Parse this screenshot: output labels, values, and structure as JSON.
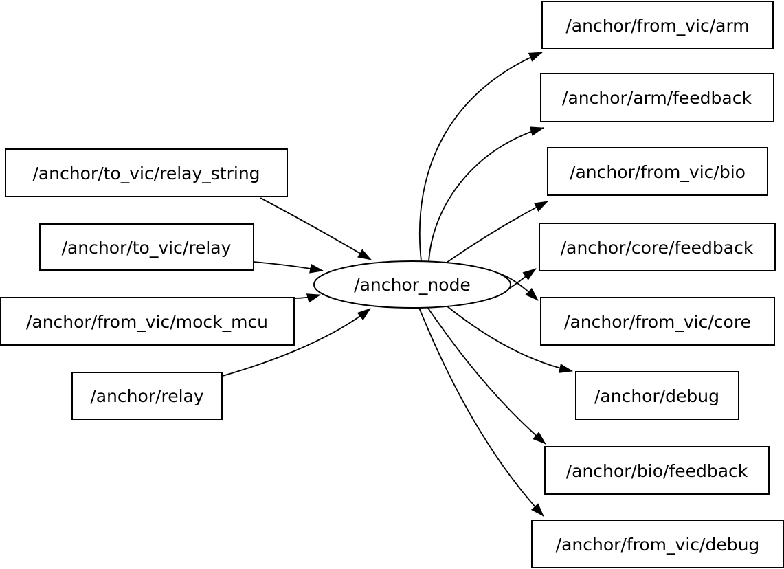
{
  "colors": {
    "background": "#ffffff",
    "node_fill": "#ffffff",
    "node_border": "#000000",
    "edge": "#000000",
    "text": "#000000"
  },
  "graph": {
    "node": {
      "label": "/anchor_node"
    },
    "input_topics": [
      {
        "label": "/anchor/to_vic/relay_string"
      },
      {
        "label": "/anchor/to_vic/relay"
      },
      {
        "label": "/anchor/from_vic/mock_mcu"
      },
      {
        "label": "/anchor/relay"
      }
    ],
    "output_topics": [
      {
        "label": "/anchor/from_vic/arm"
      },
      {
        "label": "/anchor/arm/feedback"
      },
      {
        "label": "/anchor/from_vic/bio"
      },
      {
        "label": "/anchor/core/feedback"
      },
      {
        "label": "/anchor/from_vic/core"
      },
      {
        "label": "/anchor/debug"
      },
      {
        "label": "/anchor/bio/feedback"
      },
      {
        "label": "/anchor/from_vic/debug"
      }
    ],
    "edges": [
      {
        "from": "/anchor/to_vic/relay_string",
        "to": "/anchor_node"
      },
      {
        "from": "/anchor/to_vic/relay",
        "to": "/anchor_node"
      },
      {
        "from": "/anchor/from_vic/mock_mcu",
        "to": "/anchor_node"
      },
      {
        "from": "/anchor/relay",
        "to": "/anchor_node"
      },
      {
        "from": "/anchor_node",
        "to": "/anchor/from_vic/arm"
      },
      {
        "from": "/anchor_node",
        "to": "/anchor/arm/feedback"
      },
      {
        "from": "/anchor_node",
        "to": "/anchor/from_vic/bio"
      },
      {
        "from": "/anchor_node",
        "to": "/anchor/core/feedback"
      },
      {
        "from": "/anchor_node",
        "to": "/anchor/from_vic/core"
      },
      {
        "from": "/anchor_node",
        "to": "/anchor/debug"
      },
      {
        "from": "/anchor_node",
        "to": "/anchor/bio/feedback"
      },
      {
        "from": "/anchor_node",
        "to": "/anchor/from_vic/debug"
      }
    ]
  }
}
